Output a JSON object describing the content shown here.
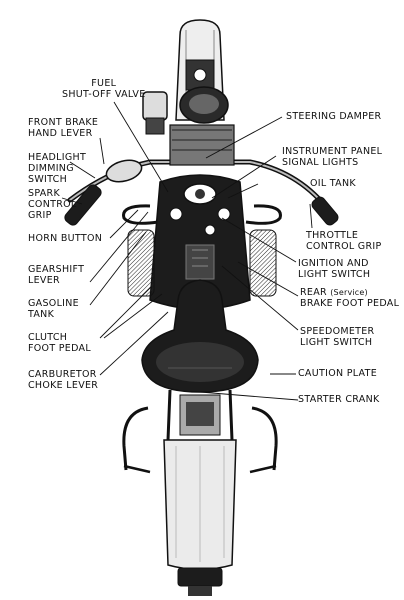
{
  "labels": {
    "fuel_shutoff_valve": [
      "FUEL",
      "SHUT-OFF VALVE"
    ],
    "front_brake_hand_lever": [
      "FRONT BRAKE",
      "HAND LEVER"
    ],
    "headlight_dimming_switch": [
      "HEADLIGHT",
      "DIMMING",
      "SWITCH"
    ],
    "spark_control_grip": [
      "SPARK",
      "CONTROL",
      "GRIP"
    ],
    "horn_button": "HORN BUTTON",
    "gearshift_lever": [
      "GEARSHIFT",
      "LEVER"
    ],
    "gasoline_tank": [
      "GASOLINE",
      "TANK"
    ],
    "clutch_foot_pedal": [
      "CLUTCH",
      "FOOT PEDAL"
    ],
    "carburetor_choke_lever": [
      "CARBURETOR",
      "CHOKE LEVER"
    ],
    "steering_damper": "STEERING DAMPER",
    "instrument_panel_signal_lights": [
      "INSTRUMENT PANEL",
      "SIGNAL LIGHTS"
    ],
    "oil_tank": "OIL TANK",
    "throttle_control_grip": [
      "THROTTLE",
      "CONTROL GRIP"
    ],
    "ignition_and_light_switch": [
      "IGNITION AND",
      "LIGHT SWITCH"
    ],
    "rear_service_brake_foot_pedal": {
      "line1_main": "REAR",
      "line1_note": "(Service)",
      "line2": "BRAKE FOOT PEDAL"
    },
    "speedometer_light_switch": [
      "SPEEDOMETER",
      "LIGHT SWITCH"
    ],
    "caution_plate": "CAUTION PLATE",
    "starter_crank": "STARTER CRANK"
  },
  "colors": {
    "ink": "#111111",
    "dark_fill": "#1c1c1c",
    "mid_fill": "#555555",
    "light_fill": "#e9e9e9",
    "paper": "#ffffff"
  }
}
